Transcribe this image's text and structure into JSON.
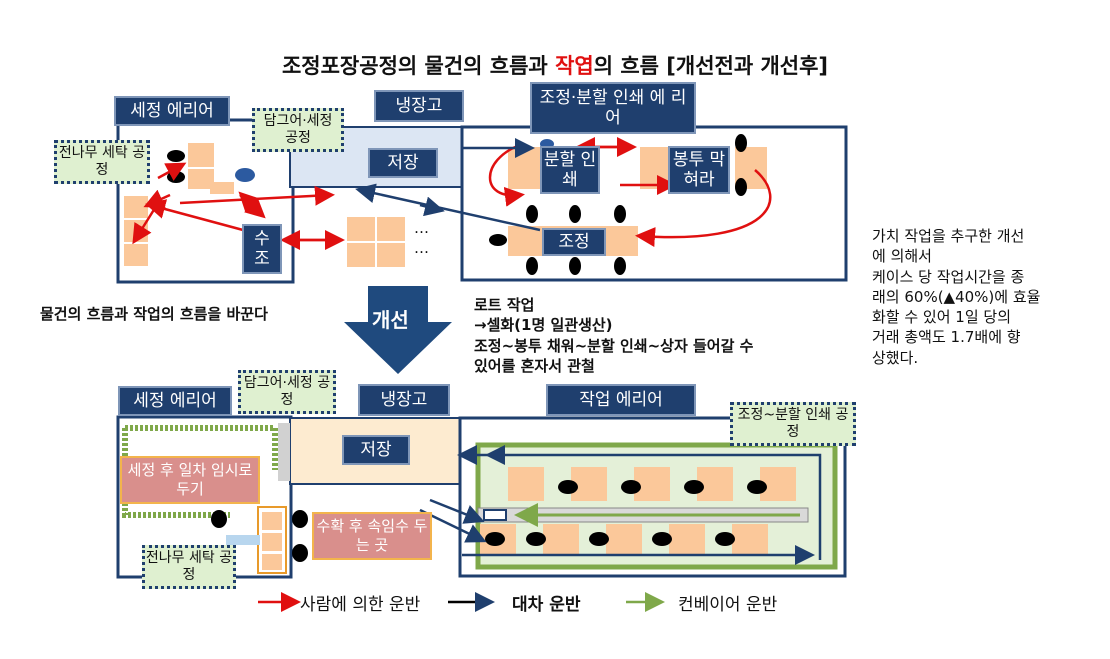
{
  "title": {
    "part1": "조정포장공정의 물건의 흐름과 ",
    "red": "작엽",
    "part2": "의 흐름 [개선전과 개선후]"
  },
  "before": {
    "wash_area": "세정 에리어",
    "fill_wash_process": "담그어·세정 공정",
    "fridge": "냉장고",
    "store": "저장",
    "print_area": "조정·분할 인쇄 에 리어",
    "split_print": "분할 인쇄",
    "bag_fill": "봉투 막혀라",
    "adjust": "조정",
    "whole_wash": "전나무 세탁 공정",
    "tank": "수 조",
    "dots1": "…",
    "dots2": "…"
  },
  "middle": {
    "left_note": "물건의 흐름과 작업의 흐름을 바꾼다",
    "arrow_label": "개선",
    "lot_title": "로트 작업",
    "lot_line2": "→셀화(1명 일관생산)",
    "lot_line3": "조정~봉투 채워~분할 인쇄~상자 들어갈 수",
    "lot_line4": "있어를 혼자서 관철"
  },
  "side_note": {
    "line1": "가치 작업을 추구한 개선",
    "line2": "에 의해서",
    "line3": "케이스 당 작업시간을 종",
    "line4": "래의 60%(▲40%)에 효율",
    "line5": "화할 수 있어 1일 당의",
    "line6": "거래 총액도 1.7배에 향",
    "line7": "상했다."
  },
  "after": {
    "wash_area": "세정 에리어",
    "fill_wash_process": "담그어·세정 공정",
    "fridge": "냉장고",
    "work_area": "작업 에리어",
    "adjust_print": "조정~분할 인쇄 공정",
    "store": "저장",
    "temp_store": "세정 후 일차 임시로 두기",
    "harvest_store": "수확 후 속임수 두는 곳",
    "whole_wash": "전나무 세탁 공정"
  },
  "legend": {
    "person": "사람에 의한 운반",
    "cart": "대차 운반",
    "conveyor": "컨베이어 운반"
  },
  "colors": {
    "navy": "#1f3f6e",
    "red": "#e01010",
    "green": "#7fa84a",
    "peach": "#fbc89a",
    "pink": "#d98f8c"
  }
}
